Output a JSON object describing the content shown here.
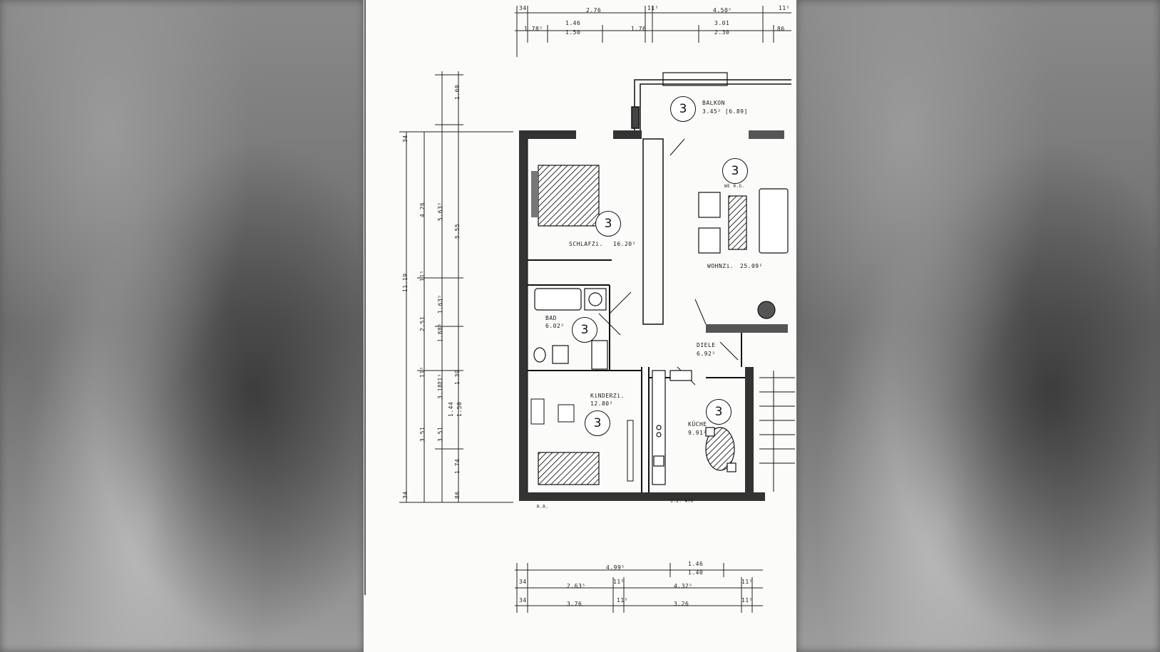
{
  "rooms": [
    {
      "id": "balkon",
      "name": "BALKON",
      "area": "3.45² [6.89]",
      "unit": "3"
    },
    {
      "id": "schlafzi",
      "name": "SCHLAFZi.",
      "area": "16.20²",
      "unit": "3"
    },
    {
      "id": "wohnzi",
      "name": "WOHNZi.",
      "area": "25.09²",
      "unit": "3",
      "extra": "WE 0.G."
    },
    {
      "id": "bad",
      "name": "BAD",
      "area": "6.02²",
      "unit": "3"
    },
    {
      "id": "diele",
      "name": "DIELE",
      "area": "6.92²",
      "unit": ""
    },
    {
      "id": "kinderzi",
      "name": "KiNDERZi.",
      "area": "12.80²",
      "unit": "3"
    },
    {
      "id": "kueche",
      "name": "KÜCHE",
      "area": "9.91²",
      "unit": "3"
    }
  ],
  "dims_top_row1": [
    "34",
    "2.76",
    "11⁵",
    "4.50⁵",
    "11⁵"
  ],
  "dims_top_row2": [
    "1.78⁵",
    "1.46",
    "1.50",
    "1.76",
    "3.01",
    "2.30",
    "86"
  ],
  "dims_bottom_row1": [
    "4.99⁵",
    "1.46",
    "1.40"
  ],
  "dims_bottom_row2": [
    "34",
    "2.63⁵",
    "11⁵",
    "4.32⁵",
    "11⁵"
  ],
  "dims_bottom_row3": [
    "34",
    "3.76",
    "11⁵",
    "3.26",
    "11⁵"
  ],
  "dims_left": [
    "11.19",
    "4.26",
    "2.51",
    "1.88⁵",
    "3.51",
    "3.51",
    "5.63⁵",
    "5.55",
    "1.63⁵",
    "3.18⁵",
    "1.74",
    "1.60",
    "1.39",
    "1.44",
    "1.50",
    "11⁵",
    "11⁵",
    "11⁵",
    "34",
    "34",
    "86"
  ],
  "notes": {
    "rr": "R.R.",
    "sz": "S.Z. 470"
  }
}
